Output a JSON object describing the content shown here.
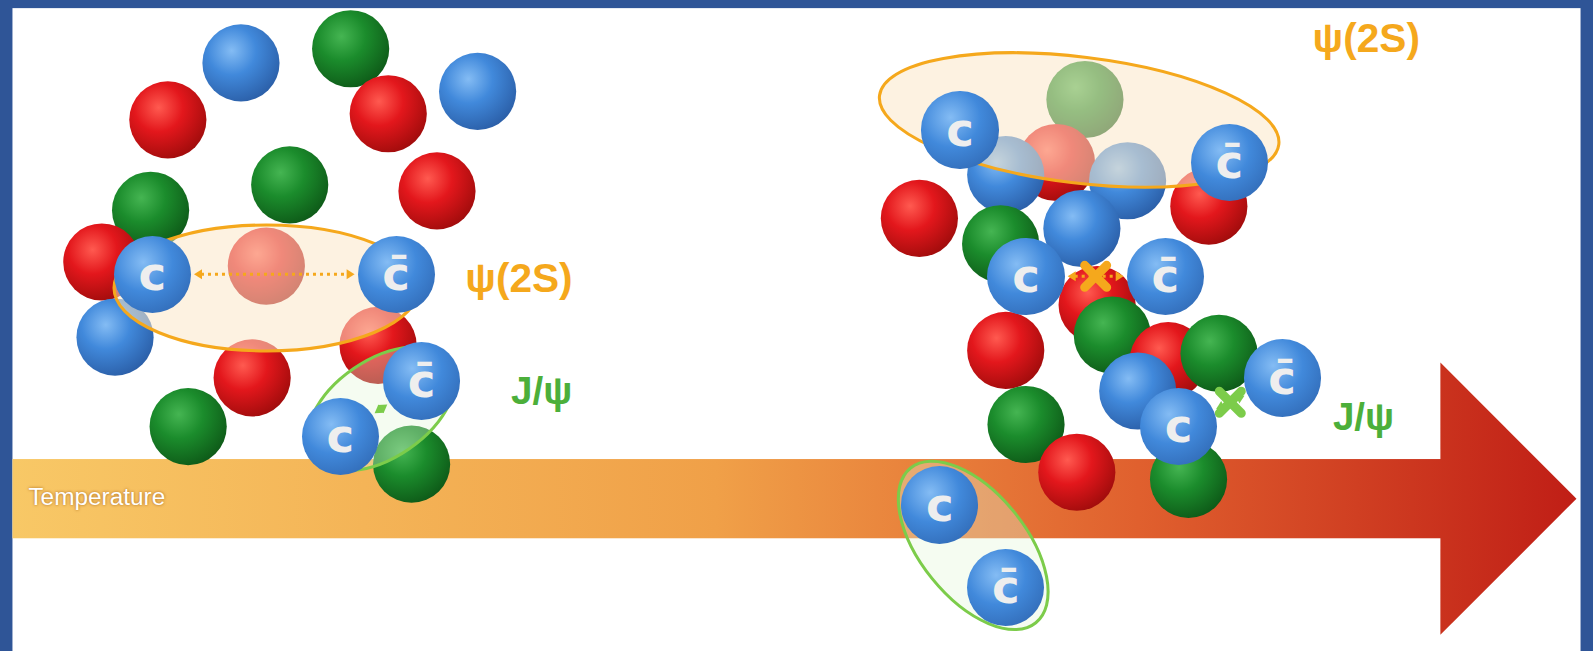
{
  "diagram": {
    "nodes": [
      {
        "text": [
          "ψ(2S)"
        ]
      },
      {
        "text": [
          "c"
        ],
        "in": 0
      },
      {
        "text": [
          "c̄"
        ],
        "in": 0
      },
      {
        "text": [
          "J/ψ"
        ]
      },
      {
        "text": [
          "c̄"
        ],
        "in": 3
      },
      {
        "text": [
          "c"
        ],
        "in": 3
      },
      {
        "text": [
          "ψ(2S)"
        ]
      },
      {
        "text": [
          "c"
        ],
        "in": 6
      },
      {
        "text": [
          "c̄"
        ],
        "in": 6
      },
      {
        "text": [
          "c"
        ]
      },
      {
        "text": [
          "c̄"
        ]
      },
      {
        "text": [
          "c"
        ]
      },
      {
        "text": [
          "c̄"
        ]
      },
      {
        "text": [
          "c"
        ]
      },
      {
        "text": [
          "c̄"
        ]
      }
    ],
    "edges": [
      {
        "from": 1,
        "to": 2,
        "arrow": "both"
      },
      {
        "from": 4,
        "to": 5,
        "arrow": "both"
      },
      {
        "from": 9,
        "to": 10,
        "arrow": "both"
      },
      {
        "from": 11,
        "to": 12,
        "arrow": "both"
      }
    ],
    "labels": [
      "J/ψ",
      "Temperature"
    ]
  }
}
